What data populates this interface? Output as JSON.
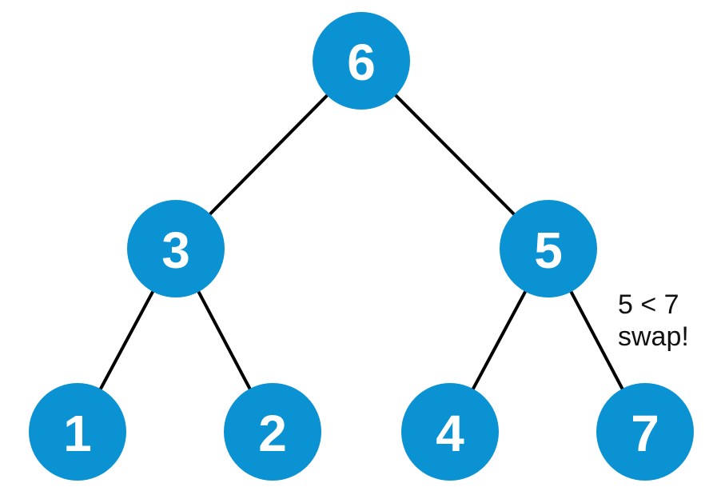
{
  "colors": {
    "node_fill": "#0a92d3",
    "node_text": "#ffffff",
    "edge": "#000000",
    "annotation_text": "#111111"
  },
  "tree": {
    "nodes": [
      {
        "id": "n6",
        "label": "6"
      },
      {
        "id": "n3",
        "label": "3"
      },
      {
        "id": "n5",
        "label": "5"
      },
      {
        "id": "n1",
        "label": "1"
      },
      {
        "id": "n2",
        "label": "2"
      },
      {
        "id": "n4",
        "label": "4"
      },
      {
        "id": "n7",
        "label": "7"
      }
    ],
    "edges": [
      {
        "from": "n6",
        "to": "n3"
      },
      {
        "from": "n6",
        "to": "n5"
      },
      {
        "from": "n3",
        "to": "n1"
      },
      {
        "from": "n3",
        "to": "n2"
      },
      {
        "from": "n5",
        "to": "n4"
      },
      {
        "from": "n5",
        "to": "n7"
      }
    ]
  },
  "annotation": {
    "line1": "5 < 7",
    "line2": "swap!"
  }
}
